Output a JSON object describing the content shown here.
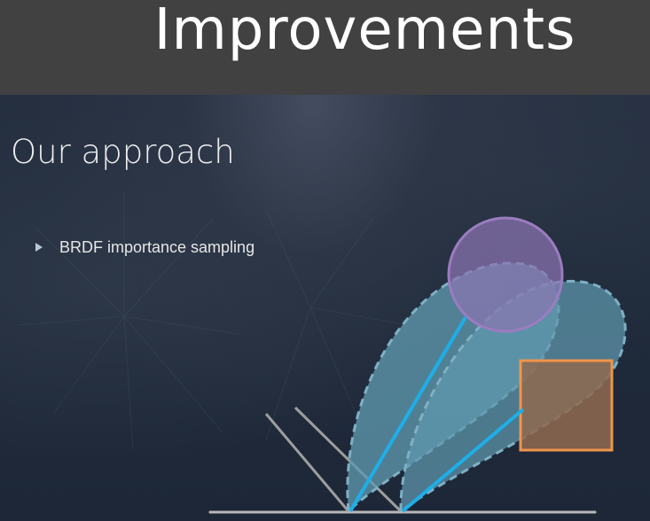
{
  "slide": {
    "title": "Improvements",
    "subtitle": "Our approach",
    "bullets": [
      {
        "text": "BRDF importance sampling"
      }
    ]
  },
  "colors": {
    "header_bg": "#414141",
    "lobe_fill": "#5f99ae",
    "lobe_stroke": "#7fb0c4",
    "ray": "#1eaee8",
    "light_circle_fill": "#8a74b2",
    "light_circle_stroke": "#9c7cc0",
    "light_square_fill": "#8f6a50",
    "light_square_stroke": "#f0954c",
    "surface": "#b8b8b8"
  }
}
